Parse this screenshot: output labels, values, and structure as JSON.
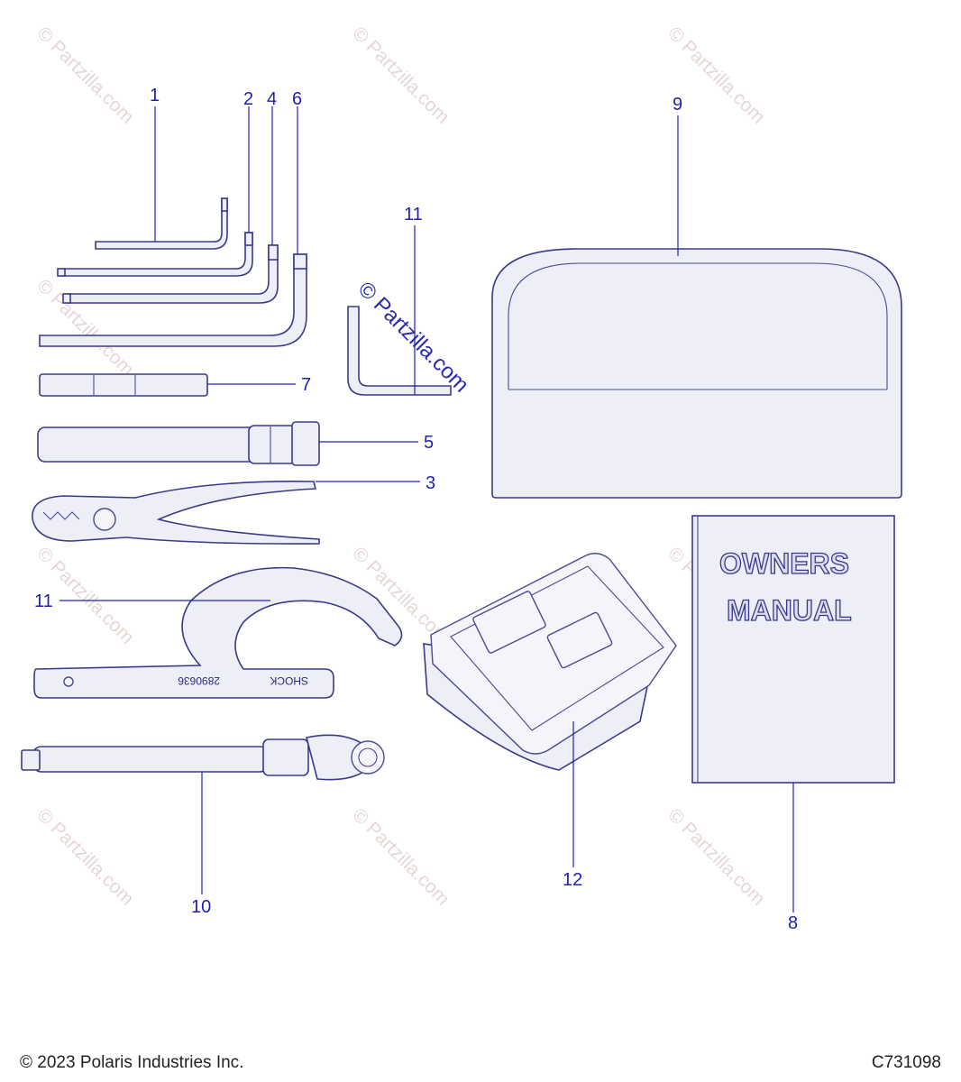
{
  "watermark": "© Partzilla.com",
  "callouts": {
    "c1": "1",
    "c2": "2",
    "c3": "3",
    "c4": "4",
    "c5": "5",
    "c6": "6",
    "c7": "7",
    "c8": "8",
    "c9": "9",
    "c10": "10",
    "c11a": "11",
    "c11b": "11",
    "c12": "12"
  },
  "manual": {
    "line1": "OWNERS",
    "line2": "MANUAL"
  },
  "spanner": {
    "part_number": "2890636",
    "label": "SHOCK"
  },
  "footer": {
    "copyright": "© 2023 Polaris Industries Inc.",
    "diagram_code": "C731098"
  }
}
